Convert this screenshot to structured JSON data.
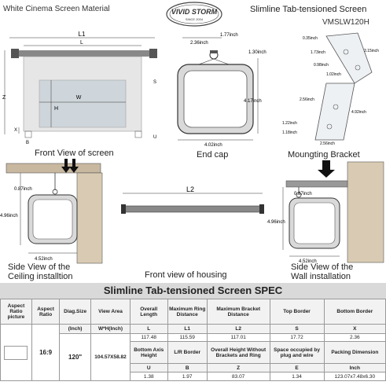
{
  "header": {
    "left_title": "White Cinema Screen Material",
    "logo_text": "VIVID STORM",
    "logo_sub": "SINCE 2004",
    "right_title": "Slimline Tab-tensioned Screen",
    "model": "VMSLW120H"
  },
  "front_view": {
    "caption": "Front View of screen",
    "labels": {
      "l1": "L1",
      "l": "L",
      "w": "W",
      "h": "H",
      "z": "Z",
      "x": "X",
      "b": "B",
      "u": "U",
      "s": "S"
    }
  },
  "end_cap": {
    "caption": "End cap",
    "dims": {
      "top": "2.36inch",
      "right_top": "1.77inch",
      "height_top": "1.30inch",
      "height": "4.17inch",
      "width": "4.02inch"
    }
  },
  "bracket": {
    "caption": "Moungting Bracket",
    "dims": {
      "a": "0.35inch",
      "b": "1.73inch",
      "c": "0.98inch",
      "d": "3.15inch",
      "e": "1.02inch",
      "f": "2.56inch",
      "g": "4.92inch",
      "h": "1.22inch",
      "i": "1.18inch",
      "j": "2.56inch"
    }
  },
  "ceiling_view": {
    "caption_line1": "Side View of the",
    "caption_line2": "Ceiling installtion",
    "dims": {
      "top": "0.87inch",
      "height": "4.96inch",
      "width": "4.52inch"
    }
  },
  "housing": {
    "label": "L2",
    "caption": "Front view of housing"
  },
  "wall_view": {
    "caption_line1": "Side View of the",
    "caption_line2": "Wall installation",
    "dims": {
      "top": "0.87inch",
      "height": "4.96inch",
      "width": "4.52inch"
    }
  },
  "spec": {
    "title": "Slimline Tab-tensioned Screen SPEC",
    "headers": [
      "Aspect Ratio picture",
      "Aspect Ratio",
      "Diag.Size",
      "View Area",
      "Overall Length",
      "Maximum Ring Distance",
      "Maximum Bracket Distance",
      "Top Border",
      "Bottom Border"
    ],
    "units": [
      "(Inch)",
      "W*H(Inch)",
      "L",
      "L1",
      "L2",
      "S",
      "X"
    ],
    "values1": [
      "117.48",
      "115.59",
      "117.01",
      "17.72",
      "2.36"
    ],
    "aspect": "16:9",
    "diag": "120\"",
    "view_area": "104.57X58.82",
    "headers2": [
      "Bottom Axis Height",
      "L/R Border",
      "Overall Height Without Brackets and Ring",
      "Space occupied by plug and wire",
      "Packing Dimension"
    ],
    "units2": [
      "U",
      "B",
      "Z",
      "E",
      "Inch"
    ],
    "values2": [
      "1.38",
      "1.97",
      "83.07",
      "1.34",
      "123.07x7.48x6.30"
    ]
  }
}
